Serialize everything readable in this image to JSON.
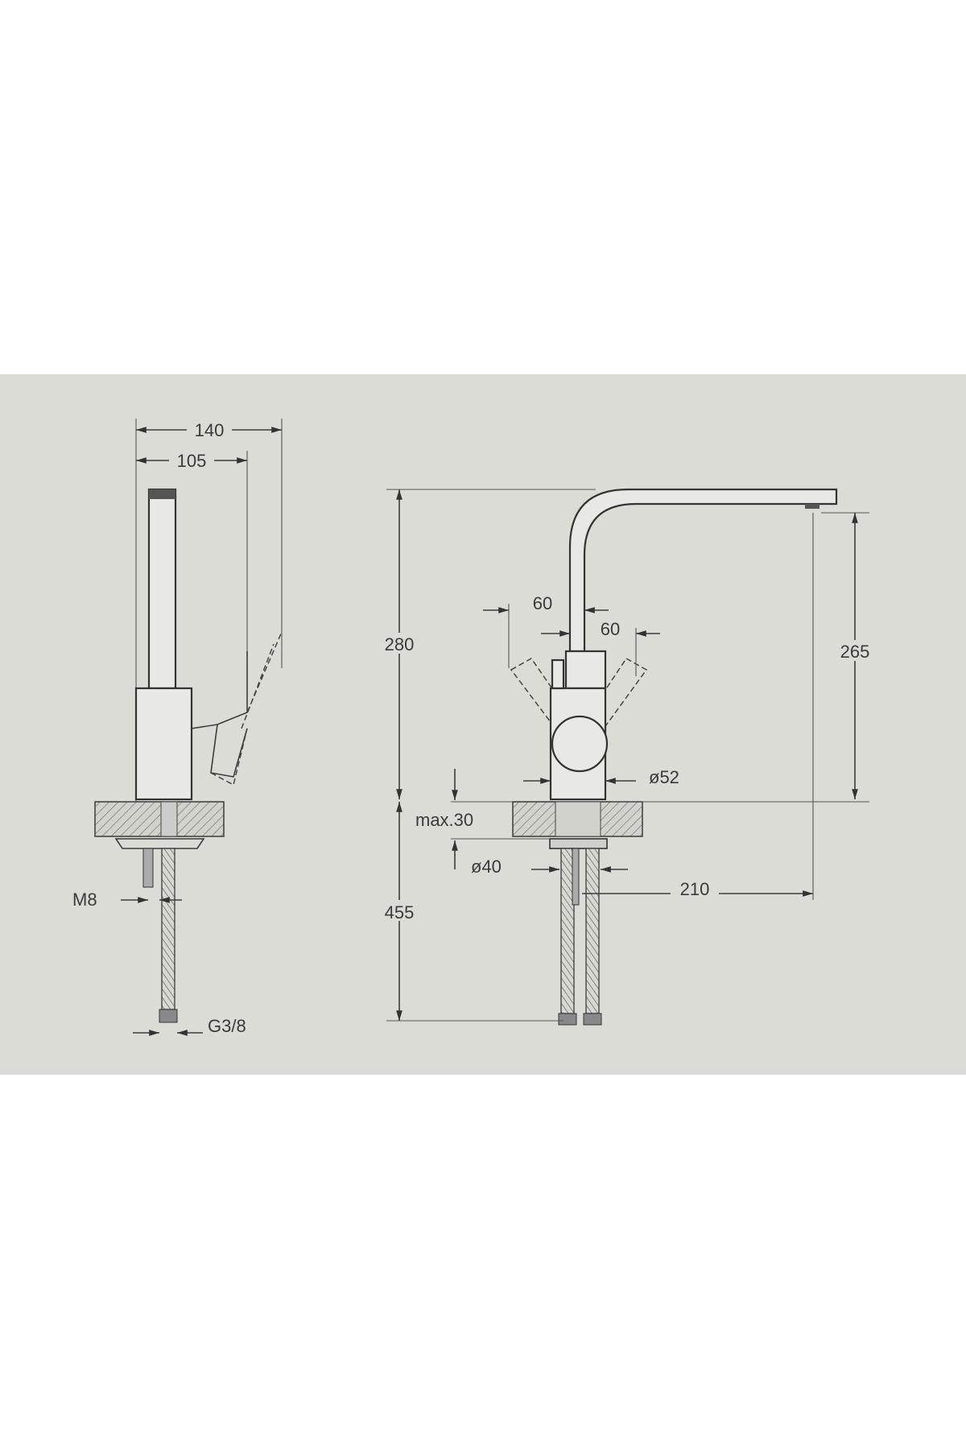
{
  "drawing": {
    "title": "Kitchen faucet dimension drawing",
    "side_view": {
      "overall_depth": "140",
      "spout_depth": "105",
      "stud_thread": "M8",
      "hose_connection": "G3/8"
    },
    "front_view": {
      "overall_height": "280",
      "spout_clearance": "265",
      "lever_swing_left": "60",
      "lever_swing_right": "60",
      "body_diameter": "ø52",
      "max_counter_thickness": "max.30",
      "hole_diameter": "ø40",
      "spout_reach": "210",
      "hose_length": "455"
    },
    "colors": {
      "paper": "#dcdcd7",
      "ink": "#3a3a3a"
    }
  }
}
